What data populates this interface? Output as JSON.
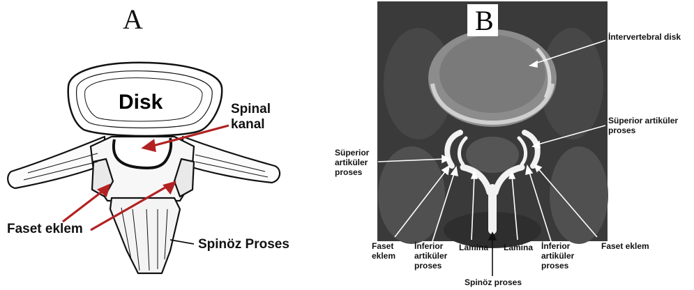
{
  "panel_a": {
    "letter": "A",
    "labels": {
      "disk": "Disk",
      "spinal_kanal": "Spinal\nkanal",
      "faset_eklem": "Faset eklem",
      "spinoz_proses": "Spinöz Proses"
    },
    "colors": {
      "arrow": "#b22222",
      "outline": "#111111"
    }
  },
  "panel_b": {
    "letter": "B",
    "labels": {
      "intervertebral_disk": "İntervertebral disk",
      "superior_artikuler_right": "Süperior artiküler\nproses",
      "superior_artikuler_left": "Süperior\nartiküler\nproses",
      "faset_eklem_left": "Faset\neklem",
      "inferior_left": "İnferior\nartiküler\nproses",
      "lamina_left": "Lamina",
      "lamina_right": "Lamina",
      "inferior_right": "İnferior\nartiküler\nproses",
      "faset_eklem_right": "Faset eklem",
      "spinoz_proses": "Spinöz proses"
    },
    "colors": {
      "ct_background": "#3c3c3c",
      "bone": "#f2f2f2",
      "arrow": "#ffffff"
    }
  }
}
